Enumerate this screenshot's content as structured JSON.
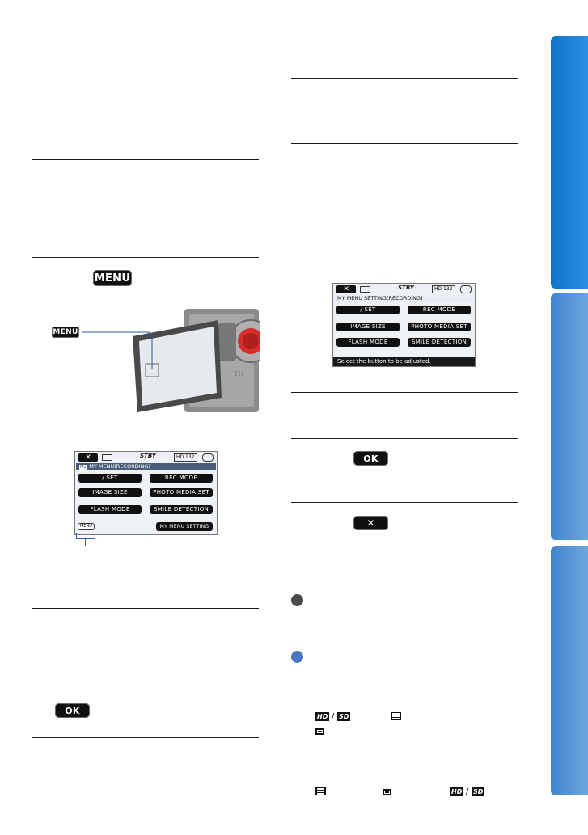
{
  "buttons": {
    "menu": "MENU",
    "ok": "OK",
    "close": "✕"
  },
  "screen": {
    "close": "✕",
    "status": "STBY",
    "hd_badge": "HD 132",
    "title_left": "MY MENU(RECORDING)",
    "title_right": "MY MENU SETTING(RECORDING)",
    "menu_chip": "MENU",
    "items": {
      "hd_sd_set": "/  SET",
      "rec_mode": "REC MODE",
      "image_size": "IMAGE SIZE",
      "photo_media_set": "PHOTO MEDIA SET",
      "flash_mode": "FLASH MODE",
      "smile_detection": "SMILE DETECTION",
      "my_menu_setting": "MY MENU SETTING"
    },
    "prompt": "Select the button to be adjusted."
  },
  "colors": {
    "tab_top": "#1780d8",
    "tab_other": "#5a96d4",
    "note_gray": "#4a4a4a",
    "note_blue": "#4a74c4"
  },
  "icons": [
    "close-icon",
    "battery-icon",
    "card-icon",
    "film-icon",
    "still-icon",
    "hd-icon",
    "sd-icon",
    "note-icon",
    "tip-icon"
  ]
}
